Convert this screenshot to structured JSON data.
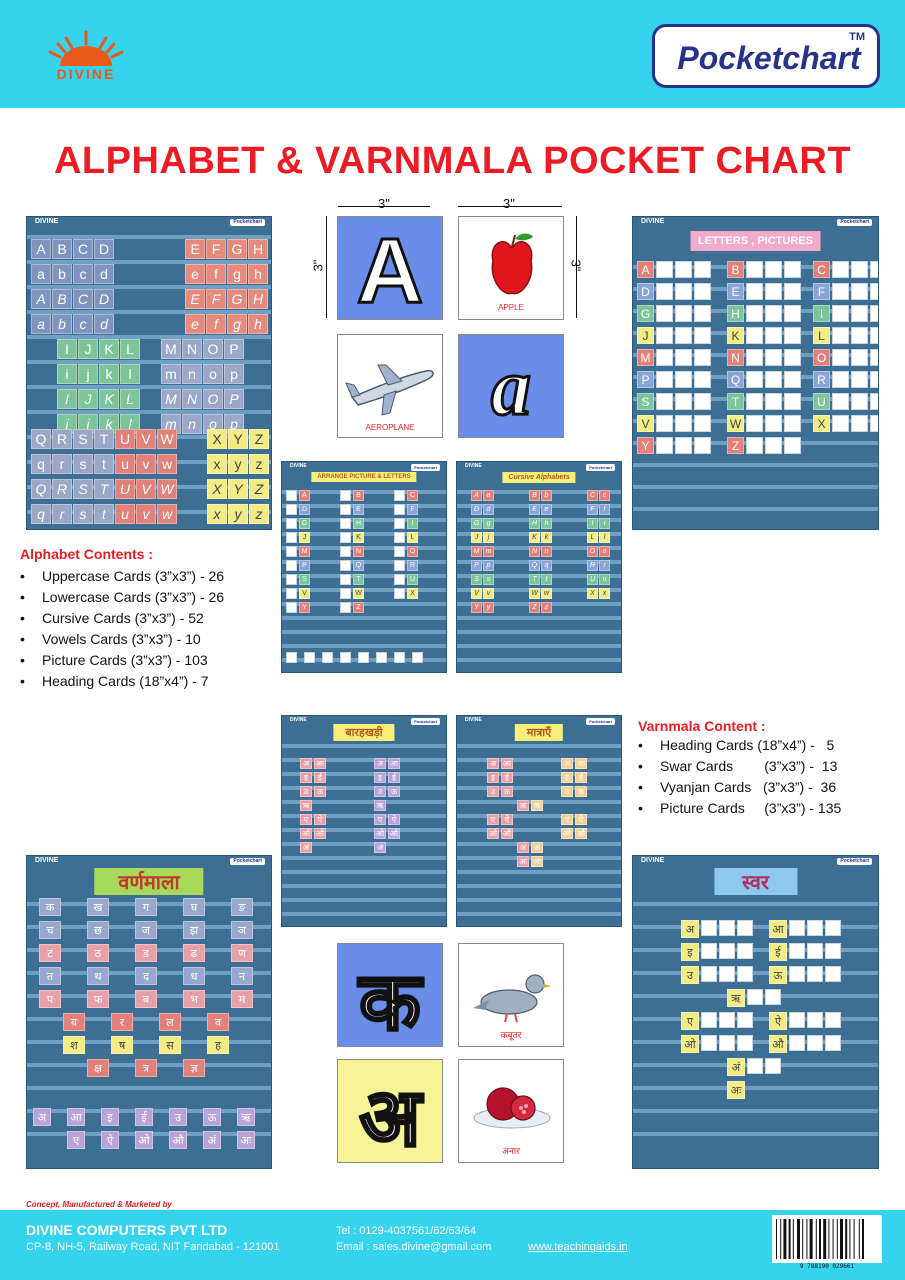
{
  "brand": {
    "name": "DIVINE",
    "badge": "Pocketchart",
    "tm": "TM"
  },
  "title": "ALPHABET & VARNMALA POCKET CHART",
  "colors": {
    "header_band": "#36d3ee",
    "title_red": "#ec1b24",
    "panel_blue": "#3d6f94",
    "card_blue": "#6a8dea",
    "card_yellow": "#f6f296",
    "badge_navy": "#27338a"
  },
  "panels": {
    "alphabet": {
      "brand": "DIVINE",
      "badge": "Pocketchart"
    },
    "letters_pictures": {
      "brand": "DIVINE",
      "badge": "Pocketchart",
      "heading": "LETTERS , PICTURES"
    },
    "arrange": {
      "brand": "DIVINE",
      "badge": "Pocketchart",
      "heading": "ARRANGE PICTURE & LETTERS"
    },
    "cursive": {
      "brand": "DIVINE",
      "badge": "Pocketchart",
      "heading": "Cursive Alphabets"
    },
    "barahkhadi": {
      "brand": "DIVINE",
      "badge": "Pocketchart",
      "heading": "बारहखड़ी"
    },
    "matrayen": {
      "brand": "DIVINE",
      "badge": "Pocketchart",
      "heading": "मात्राएँ"
    },
    "varnmala": {
      "brand": "DIVINE",
      "badge": "Pocketchart",
      "heading": "वर्णमाला"
    },
    "swar": {
      "brand": "DIVINE",
      "badge": "Pocketchart",
      "heading": "स्वर"
    }
  },
  "alphabet_rows": {
    "upper_left": [
      "A",
      "B",
      "C",
      "D"
    ],
    "upper_right": [
      "E",
      "F",
      "G",
      "H"
    ],
    "lower_left": [
      "a",
      "b",
      "c",
      "d"
    ],
    "lower_right": [
      "e",
      "f",
      "g",
      "h"
    ],
    "mid_left": [
      "I",
      "J",
      "K",
      "L"
    ],
    "mid_right": [
      "M",
      "N",
      "O",
      "P"
    ],
    "mid_lower_left": [
      "i",
      "j",
      "k",
      "l"
    ],
    "mid_lower_right": [
      "m",
      "n",
      "o",
      "p"
    ],
    "end_left": [
      "Q",
      "R",
      "S",
      "T",
      "U",
      "V",
      "W"
    ],
    "end_right": [
      "X",
      "Y",
      "Z"
    ],
    "end_lower_left": [
      "q",
      "r",
      "s",
      "t",
      "u",
      "v",
      "w"
    ],
    "end_lower_right": [
      "x",
      "y",
      "z"
    ]
  },
  "letters_pictures": {
    "col1": [
      "A",
      "D",
      "G",
      "J",
      "M",
      "P",
      "S",
      "V",
      "Y"
    ],
    "col2": [
      "B",
      "E",
      "H",
      "K",
      "N",
      "Q",
      "T",
      "W",
      "Z"
    ],
    "col3": [
      "C",
      "F",
      "I",
      "L",
      "O",
      "R",
      "U",
      "X"
    ]
  },
  "cards": {
    "dimension": "3\"",
    "upper_letter": "A",
    "lower_letter": "a",
    "apple_caption": "APPLE",
    "aeroplane_caption": "AEROPLANE",
    "hindi_letter_1": "क",
    "hindi_letter_2": "अ",
    "kabutar_caption": "कबूतर",
    "anar_caption": "अनार"
  },
  "alphabet_contents": {
    "title": "Alphabet Contents :",
    "items": [
      "Uppercase Cards (3”x3”) - 26",
      "Lowercase Cards (3”x3”) - 26",
      "Cursive Cards (3”x3”) - 52",
      "Vowels Cards (3”x3”) - 10",
      "Picture Cards (3”x3”) - 103",
      "Heading Cards (18”x4”) - 7"
    ]
  },
  "varnmala_content": {
    "title": "Varnmala Content :",
    "items": [
      "Heading Cards (18”x4”) -   5",
      "Swar Cards        (3”x3”) -  13",
      "Vyanjan Cards   (3”x3”) -  36",
      "Picture Cards     (3”x3”) - 135"
    ]
  },
  "varnmala_rows": [
    [
      "क",
      "ख",
      "ग",
      "घ",
      "ङ"
    ],
    [
      "च",
      "छ",
      "ज",
      "झ",
      "ञ"
    ],
    [
      "ट",
      "ठ",
      "ड",
      "ढ",
      "ण"
    ],
    [
      "त",
      "थ",
      "द",
      "ध",
      "न"
    ],
    [
      "प",
      "फ",
      "ब",
      "भ",
      "म"
    ],
    [
      "य",
      "र",
      "ल",
      "व"
    ],
    [
      "श",
      "ष",
      "स",
      "ह"
    ],
    [
      "क्ष",
      "त्र",
      "ज्ञ"
    ],
    [
      "अ",
      "आ",
      "इ",
      "ई",
      "उ",
      "ऊ",
      "ऋ"
    ],
    [
      "ए",
      "ऐ",
      "ओ",
      "औ",
      "अं",
      "अः"
    ]
  ],
  "swar_rows": [
    [
      "अ",
      "आ"
    ],
    [
      "इ",
      "ई"
    ],
    [
      "उ",
      "ऊ"
    ],
    [
      "ऋ"
    ],
    [
      "ए",
      "ऐ"
    ],
    [
      "ओ",
      "औ"
    ],
    [
      "अं"
    ],
    [
      "अः"
    ]
  ],
  "footer": {
    "credit": "Concept, Manufactured & Marketed by",
    "company": "DIVINE COMPUTERS PVT LTD",
    "address": "CP-8, NH-5, Railway Road, NIT Faridabad - 121001",
    "tel": "Tel : 0129-4037561/62/63/64",
    "email": "Email : sales.divine@gmail.com",
    "website": "www.teachingaids.in",
    "barcode_digits": "9 788190 029661"
  }
}
